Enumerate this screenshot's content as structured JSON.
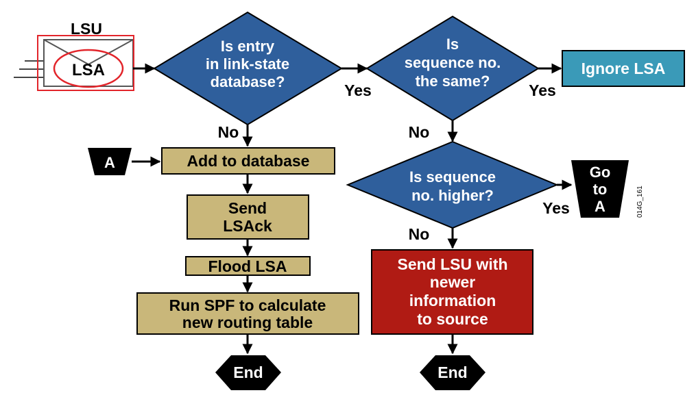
{
  "envelope": {
    "outer_label": "LSU",
    "inner_label": "LSA"
  },
  "decisions": {
    "entry_in_db": [
      "Is entry",
      "in link-state",
      "database?"
    ],
    "seq_same": [
      "Is",
      "sequence no.",
      "the same?"
    ],
    "seq_higher": [
      "Is sequence",
      "no. higher?"
    ]
  },
  "edge_labels": {
    "yes": "Yes",
    "no": "No"
  },
  "boxes": {
    "ignore": "Ignore LSA",
    "add_db": "Add to database",
    "send_ack": [
      "Send",
      "LSAck"
    ],
    "flood": "Flood LSA",
    "run_spf": [
      "Run SPF to calculate",
      "new routing table"
    ],
    "send_lsu": [
      "Send LSU with",
      "newer",
      "information",
      "to source"
    ]
  },
  "connectors": {
    "a_in": "A",
    "goto_a": [
      "Go",
      "to",
      "A"
    ]
  },
  "terminals": {
    "end": "End"
  },
  "figure_code": "014G_161",
  "colors": {
    "decision": "#2f5f9c",
    "process": "#c9b77a",
    "ignore": "#3a9ab8",
    "send_lsu": "#b01b14",
    "annotation": "#e2242a"
  }
}
